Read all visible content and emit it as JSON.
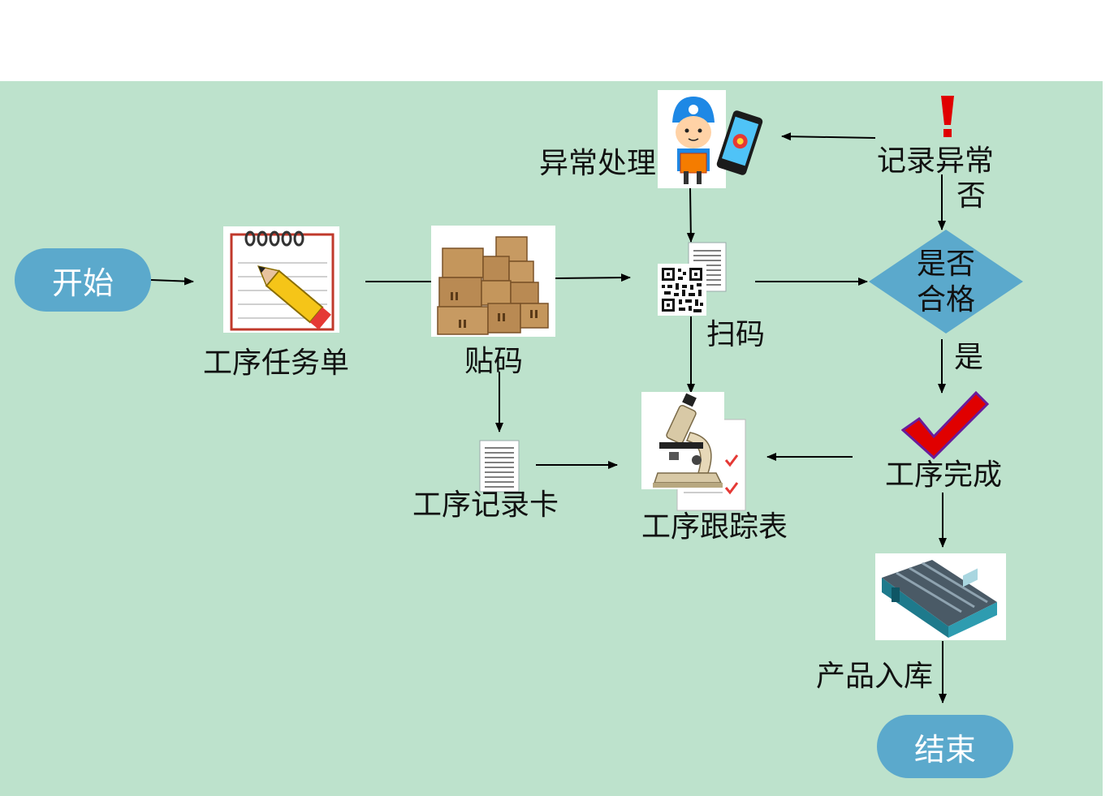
{
  "nodes": {
    "start": "开始",
    "task_sheet": "工序任务单",
    "labeling": "贴码",
    "scan": "扫码",
    "process_record_card": "工序记录卡",
    "tracking_table": "工序跟踪表",
    "exception_handling": "异常处理",
    "record_exception": "记录异常",
    "decision_line1": "是否",
    "decision_line2": "合格",
    "no_label": "否",
    "yes_label": "是",
    "process_complete": "工序完成",
    "warehousing": "产品入库",
    "end": "结束"
  },
  "icons": {
    "notepad": "notepad-pencil-icon",
    "boxes": "cardboard-boxes-icon",
    "qr": "qr-code-document-icon",
    "record_card": "document-icon",
    "microscope": "microscope-report-icon",
    "worker": "worker-with-phone-icon",
    "exclamation": "exclamation-icon",
    "checkmark": "checkmark-icon",
    "warehouse": "warehouse-icon"
  },
  "colors": {
    "background": "#bde2cc",
    "terminal": "#5ba9cc",
    "decision": "#5ba9cc",
    "exclamation": "#e00000",
    "checkmark": "#e00000"
  }
}
